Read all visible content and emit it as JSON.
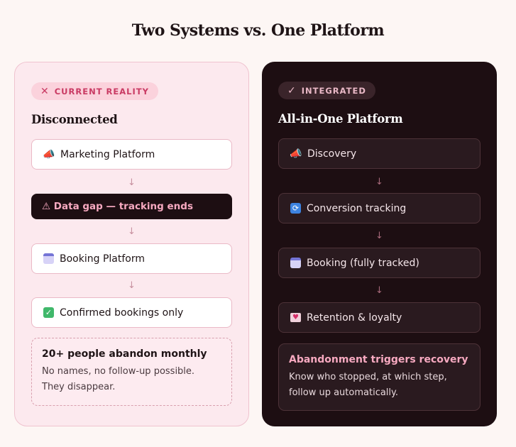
{
  "title": "Two Systems vs. One Platform",
  "left": {
    "badge": "CURRENT REALITY",
    "badge_icon": "x-icon",
    "heading": "Disconnected",
    "steps": [
      {
        "label": "Marketing Platform",
        "icon": "megaphone-icon"
      },
      {
        "label": "⚠ Data gap — tracking ends",
        "icon": "warning-icon"
      },
      {
        "label": "Booking Platform",
        "icon": "calendar-icon"
      },
      {
        "label": "Confirmed bookings only",
        "icon": "check-icon"
      }
    ],
    "note_title": "20+ people abandon monthly",
    "note_body_1": "No names, no follow-up possible.",
    "note_body_2": "They disappear."
  },
  "right": {
    "badge": "INTEGRATED",
    "badge_icon": "check-icon",
    "heading": "All-in-One Platform",
    "steps": [
      {
        "label": "Discovery",
        "icon": "megaphone-icon"
      },
      {
        "label": "Conversion tracking",
        "icon": "sync-icon"
      },
      {
        "label": "Booking (fully tracked)",
        "icon": "calendar-icon"
      },
      {
        "label": "Retention & loyalty",
        "icon": "heart-icon"
      }
    ],
    "note_title": "Abandonment triggers recovery",
    "note_body_1": "Know who stopped, at which step,",
    "note_body_2": "follow up automatically."
  },
  "colors": {
    "accent_pink": "#f7a9c0",
    "dark_panel": "#1d0e12",
    "light_panel": "#fce9ee"
  }
}
